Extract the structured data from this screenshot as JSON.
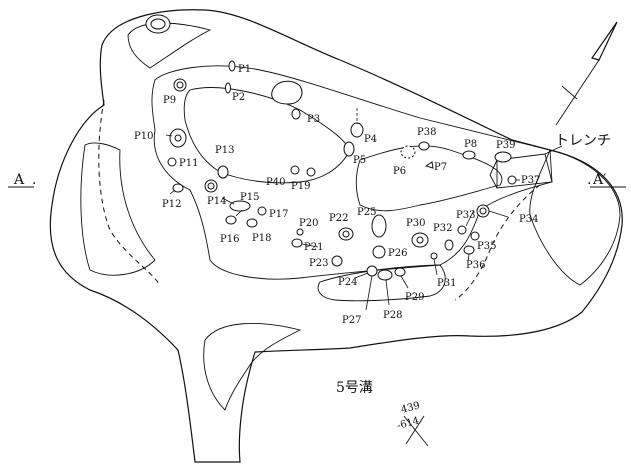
{
  "section": {
    "left": "A",
    "right": "A′"
  },
  "trench_label": "トレンチ",
  "ditch_label": "5号溝",
  "grid_label": {
    "top": "439",
    "bottom": "-614"
  },
  "pits": [
    {
      "id": "P1",
      "label": "P1"
    },
    {
      "id": "P2",
      "label": "P2"
    },
    {
      "id": "P3",
      "label": "P3"
    },
    {
      "id": "P4",
      "label": "P4"
    },
    {
      "id": "P5",
      "label": "P5"
    },
    {
      "id": "P6",
      "label": "P6"
    },
    {
      "id": "P7",
      "label": "P7"
    },
    {
      "id": "P8",
      "label": "P8"
    },
    {
      "id": "P9",
      "label": "P9"
    },
    {
      "id": "P10",
      "label": "P10"
    },
    {
      "id": "P11",
      "label": "P11"
    },
    {
      "id": "P12",
      "label": "P12"
    },
    {
      "id": "P13",
      "label": "P13"
    },
    {
      "id": "P14",
      "label": "P14"
    },
    {
      "id": "P15",
      "label": "P15"
    },
    {
      "id": "P16",
      "label": "P16"
    },
    {
      "id": "P17",
      "label": "P17"
    },
    {
      "id": "P18",
      "label": "P18"
    },
    {
      "id": "P19",
      "label": "P19"
    },
    {
      "id": "P20",
      "label": "P20"
    },
    {
      "id": "P21",
      "label": "P21"
    },
    {
      "id": "P22",
      "label": "P22"
    },
    {
      "id": "P23",
      "label": "P23"
    },
    {
      "id": "P24",
      "label": "P24"
    },
    {
      "id": "P25",
      "label": "P25"
    },
    {
      "id": "P26",
      "label": "P26"
    },
    {
      "id": "P27",
      "label": "P27"
    },
    {
      "id": "P28",
      "label": "P28"
    },
    {
      "id": "P29",
      "label": "P29"
    },
    {
      "id": "P30",
      "label": "P30"
    },
    {
      "id": "P31",
      "label": "P31"
    },
    {
      "id": "P32",
      "label": "P32"
    },
    {
      "id": "P33",
      "label": "P33"
    },
    {
      "id": "P34",
      "label": "P34"
    },
    {
      "id": "P35",
      "label": "P35"
    },
    {
      "id": "P36",
      "label": "P36"
    },
    {
      "id": "P37",
      "label": "P37"
    },
    {
      "id": "P38",
      "label": "P38"
    },
    {
      "id": "P39",
      "label": "P39"
    },
    {
      "id": "P40",
      "label": "P40"
    }
  ]
}
